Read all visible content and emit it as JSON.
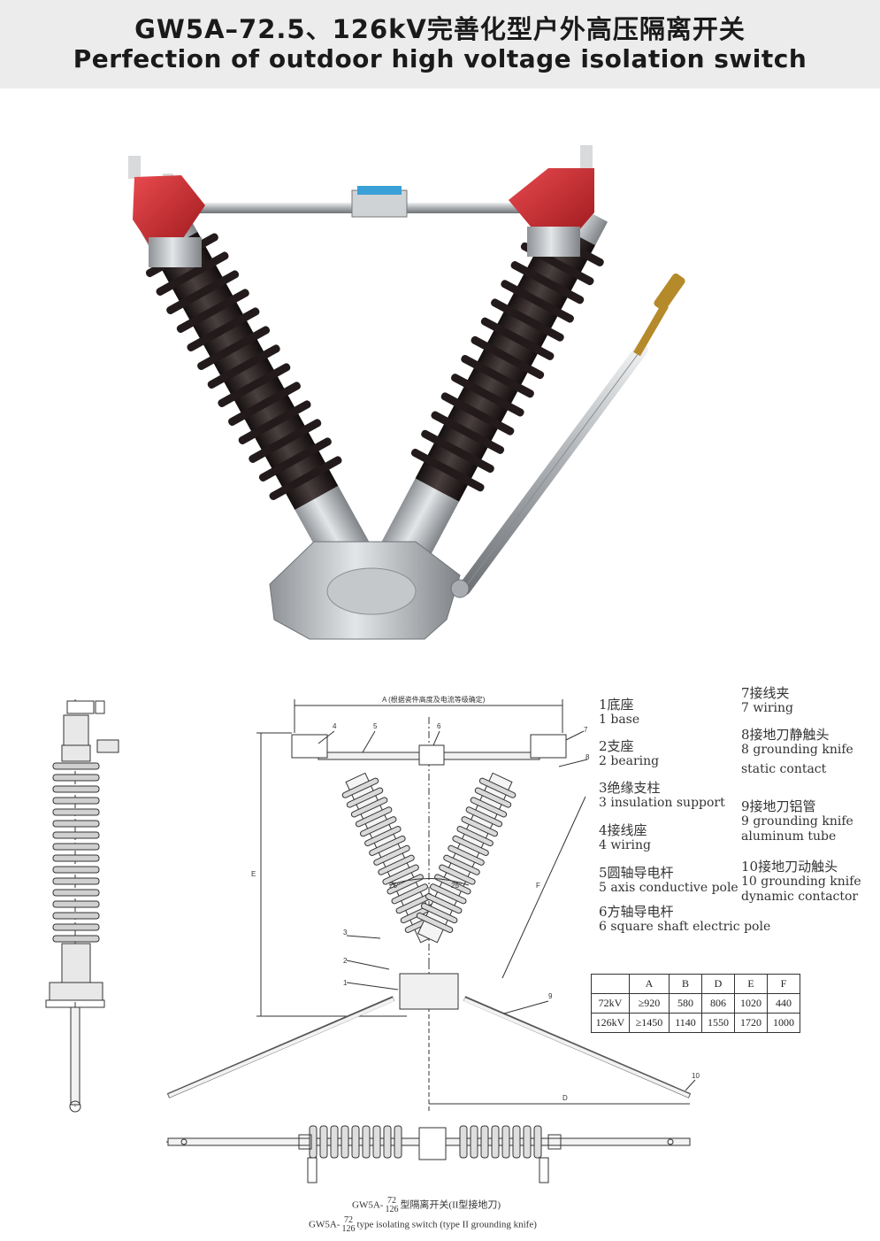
{
  "header": {
    "title_cn": "GW5A–72.5、126kV完善化型户外高压隔离开关",
    "title_en": "Perfection of outdoor high voltage isolation switch"
  },
  "drawing": {
    "dim_a_label": "A (根据瓷件高度及电流等级确定)",
    "dim_e": "E",
    "dim_f": "F",
    "dim_d": "D",
    "angle_left": "25°",
    "angle_right": "25°",
    "callouts": [
      "1",
      "2",
      "3",
      "4",
      "5",
      "6",
      "7",
      "8",
      "9",
      "10"
    ]
  },
  "parts_left": [
    {
      "cn": "1底座",
      "en": "1 base"
    },
    {
      "cn": "2支座",
      "en": "2 bearing"
    },
    {
      "cn": "3绝缘支柱",
      "en": "3 insulation support"
    },
    {
      "cn": "4接线座",
      "en": "4 wiring"
    },
    {
      "cn": "5圆轴导电杆",
      "en": "5 axis conductive pole"
    },
    {
      "cn": "6方轴导电杆",
      "en": "6 square shaft electric pole"
    }
  ],
  "parts_right": [
    {
      "cn": "7接线夹",
      "en": "7 wiring",
      "en2": ""
    },
    {
      "cn": "8接地刀静触头",
      "en": "8 grounding knife",
      "en2": "static contact"
    },
    {
      "cn": "9接地刀铝管",
      "en": "9 grounding knife",
      "en2": "aluminum tube"
    },
    {
      "cn": "10接地刀动触头",
      "en": "10 grounding knife",
      "en2": "dynamic contactor"
    }
  ],
  "spec_table": {
    "headers": [
      "",
      "A",
      "B",
      "D",
      "E",
      "F"
    ],
    "rows": [
      [
        "72kV",
        "≥920",
        "580",
        "806",
        "1020",
        "440"
      ],
      [
        "126kV",
        "≥1450",
        "1140",
        "1550",
        "1720",
        "1000"
      ]
    ]
  },
  "caption": {
    "prefix_cn": "GW5A-",
    "frac_top": "72",
    "frac_bottom": "126",
    "suffix_cn": "型隔离开关(II型接地刀)",
    "prefix_en": "GW5A-",
    "suffix_en": "type isolating switch (type II grounding knife)"
  },
  "colors": {
    "header_bg": "#ececec",
    "insulator": "#2a2424",
    "cap_red": "#c8282c",
    "metal": "#b8bcc0",
    "brass": "#b58a2a"
  }
}
